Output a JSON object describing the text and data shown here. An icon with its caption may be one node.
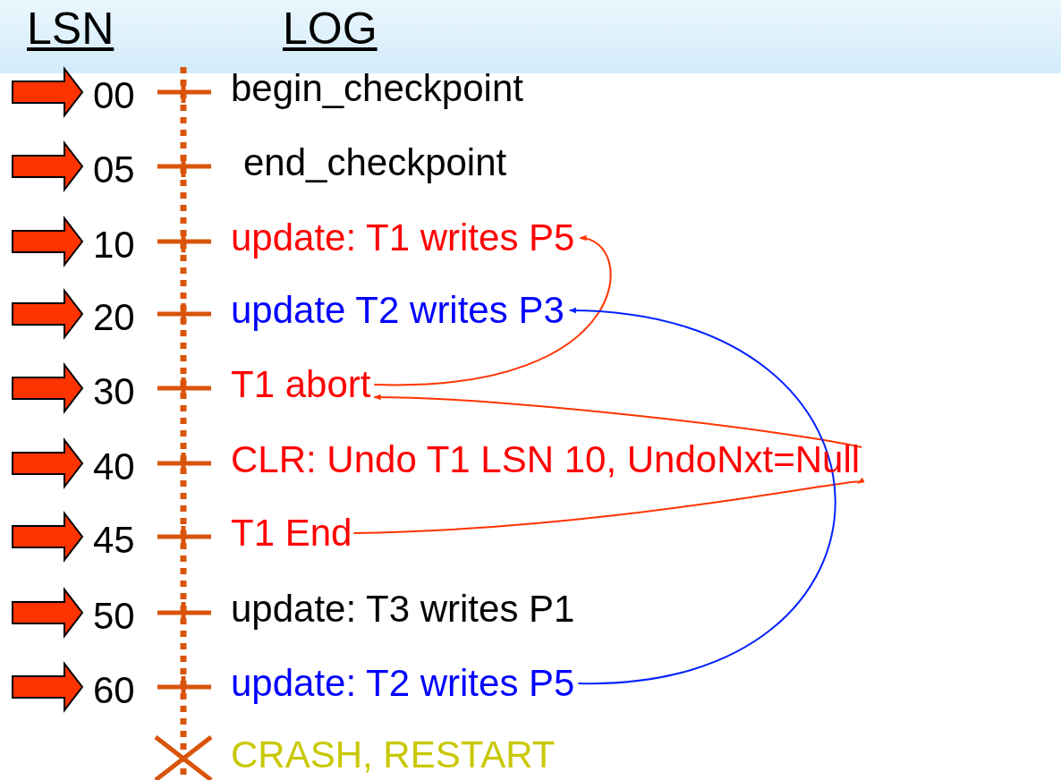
{
  "diagram": {
    "nodes": [
      {
        "text": [
          "begin_checkpoint"
        ],
        "beside": [
          "00"
        ]
      },
      {
        "text": [
          "end_checkpoint"
        ],
        "beside": [
          "05"
        ]
      },
      {
        "text": [
          "update: T1 writes P5"
        ],
        "beside": [
          "10"
        ]
      },
      {
        "text": [
          "update T2 writes P3"
        ],
        "beside": [
          "20"
        ]
      },
      {
        "text": [
          "T1 abort"
        ],
        "beside": [
          "30"
        ]
      },
      {
        "text": [
          "CLR: Undo T1 LSN 10, UndoNxt=Null"
        ],
        "beside": [
          "40"
        ]
      },
      {
        "text": [
          "T1 End"
        ],
        "beside": [
          "45"
        ]
      },
      {
        "text": [
          "update: T3 writes P1"
        ],
        "beside": [
          "50"
        ]
      },
      {
        "text": [
          "update: T2 writes P5"
        ],
        "beside": [
          "60"
        ]
      },
      {
        "text": [
          "CRASH, RESTART"
        ]
      }
    ],
    "edges": [
      {
        "from": 4,
        "to": 2,
        "arrow": "to"
      },
      {
        "from": 5,
        "to": 4,
        "arrow": "to"
      },
      {
        "from": 6,
        "to": 5,
        "arrow": "to"
      },
      {
        "from": 8,
        "to": 3,
        "arrow": "to",
        "color": "#0022ff"
      }
    ],
    "labels": [
      "LSN",
      "LOG"
    ]
  }
}
